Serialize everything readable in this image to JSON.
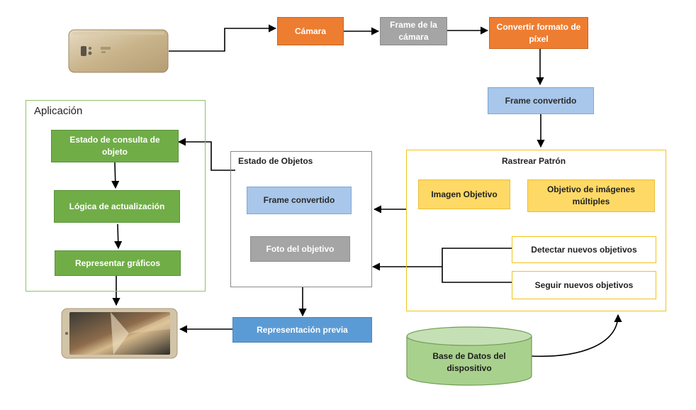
{
  "diagram": {
    "camera": "Cámara",
    "camera_frame": "Frame de la cámara",
    "convert_format": "Convertir formato de píxel",
    "converted_frame_top": "Frame convertido",
    "track_pattern": {
      "title": "Rastrear Patrón",
      "target_image": "Imagen Objetivo",
      "multi_target": "Objetivo de imágenes múltiples",
      "detect_new": "Detectar nuevos objetivos",
      "track_new": "Seguir nuevos objetivos"
    },
    "object_state": {
      "title": "Estado de Objetos",
      "converted_frame": "Frame convertido",
      "target_photo": "Foto del objetivo"
    },
    "application": {
      "title": "Aplicación",
      "query_state": "Estado de consulta de objeto",
      "update_logic": "Lógica de actualización",
      "render_graphics": "Representar gráficos"
    },
    "preview": "Representación previa",
    "database": "Base de Datos del dispositivo"
  },
  "colors": {
    "orange": "#ed7d31",
    "gray": "#a5a5a5",
    "light_blue": "#a9c7ea",
    "blue": "#5b9bd5",
    "green": "#70ad47",
    "gold": "#ffd966",
    "database": "#a9d18e"
  },
  "icons": [
    "phone-back-image",
    "phone-screen-image",
    "database-cylinder"
  ]
}
